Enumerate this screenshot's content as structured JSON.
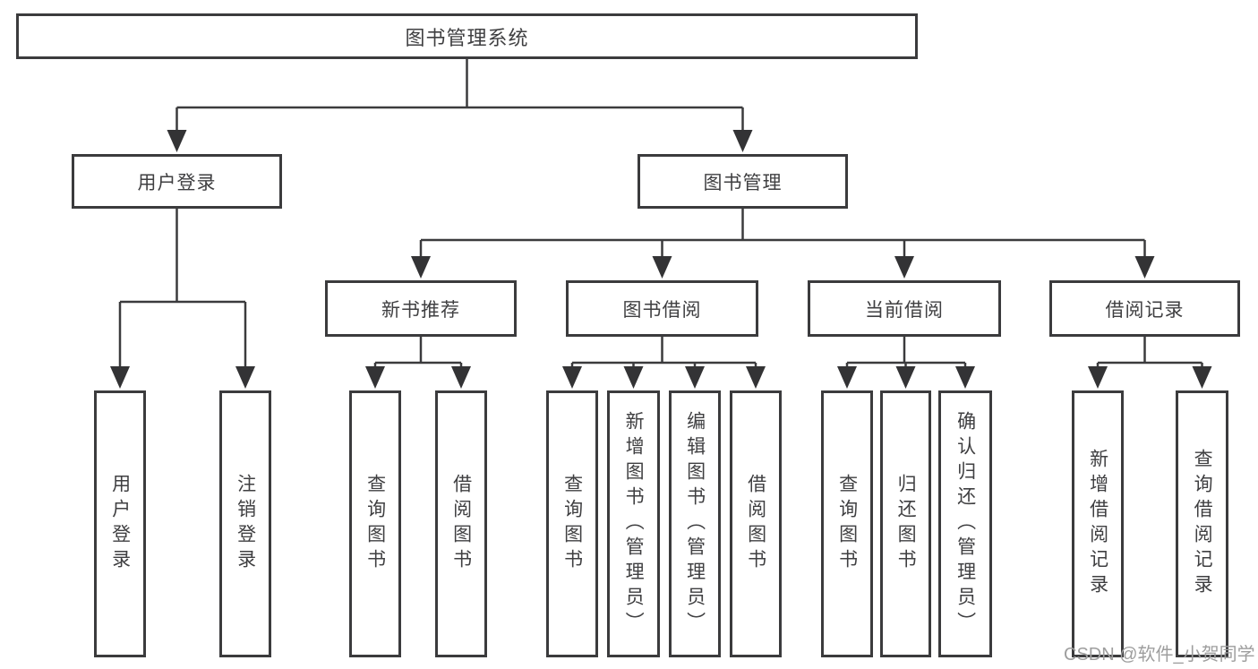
{
  "diagram": {
    "root": "图书管理系统",
    "branches": [
      {
        "label": "用户登录",
        "children": [
          "用户登录",
          "注销登录"
        ]
      },
      {
        "label": "图书管理",
        "sections": [
          {
            "label": "新书推荐",
            "children": [
              "查询图书",
              "借阅图书"
            ]
          },
          {
            "label": "图书借阅",
            "children": [
              "查询图书",
              "新增图书（管理员）",
              "编辑图书（管理员）",
              "借阅图书"
            ]
          },
          {
            "label": "当前借阅",
            "children": [
              "查询图书",
              "归还图书",
              "确认归还（管理员）"
            ]
          },
          {
            "label": "借阅记录",
            "children": [
              "新增借阅记录",
              "查询借阅记录"
            ]
          }
        ]
      }
    ]
  },
  "watermark": "CSDN @软件_小贺同学",
  "colors": {
    "line": "#3b3b3d",
    "text": "#3f3f41",
    "watermark": "#9e9e9e",
    "background": "#ffffff"
  }
}
